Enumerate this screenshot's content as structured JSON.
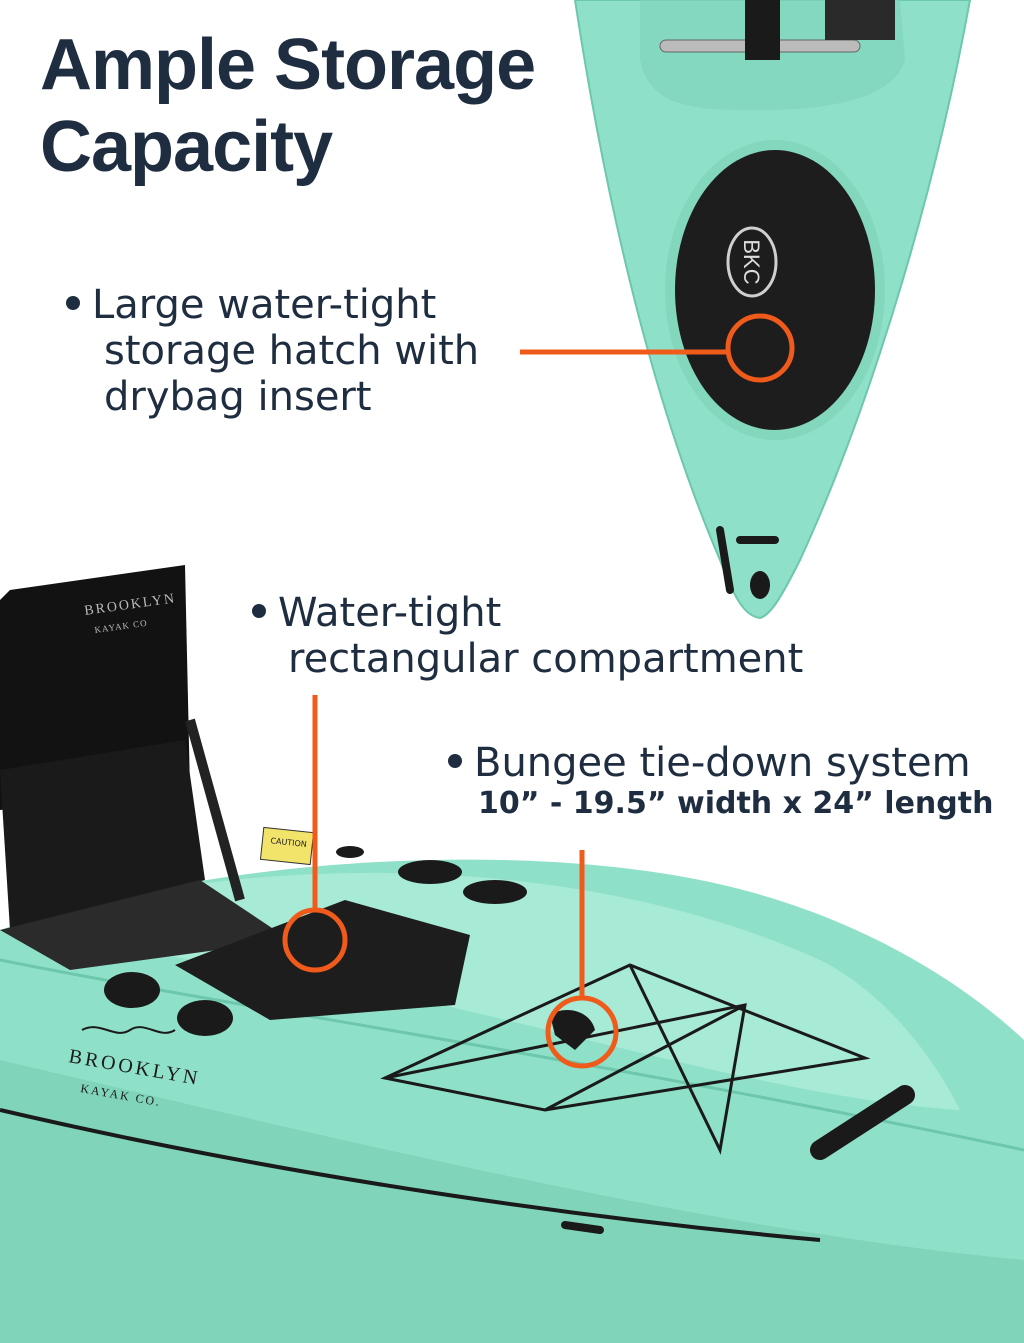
{
  "title": {
    "line1": "Ample Storage",
    "line2": "Capacity"
  },
  "callouts": [
    {
      "line1": "Large water-tight",
      "line2": "storage hatch with",
      "line3": "drybag insert"
    },
    {
      "line1": "Water-tight",
      "line2": "rectangular compartment"
    },
    {
      "line1": "Bungee tie-down system",
      "sub": "10” - 19.5” width x 24” length"
    }
  ],
  "hatch_logo": "BKC",
  "brand": {
    "name": "BROOKLYN",
    "sub": "KAYAK CO.",
    "seat_name": "BROOKLYN",
    "seat_sub": "KAYAK CO"
  },
  "caution_label": "CAUTION",
  "colors": {
    "kayak": "#8fe0c8",
    "kayak_shade": "#6cc7ac",
    "accent": "#f05a1a",
    "text": "#1f2d40",
    "hatch": "#1d1d1d"
  }
}
